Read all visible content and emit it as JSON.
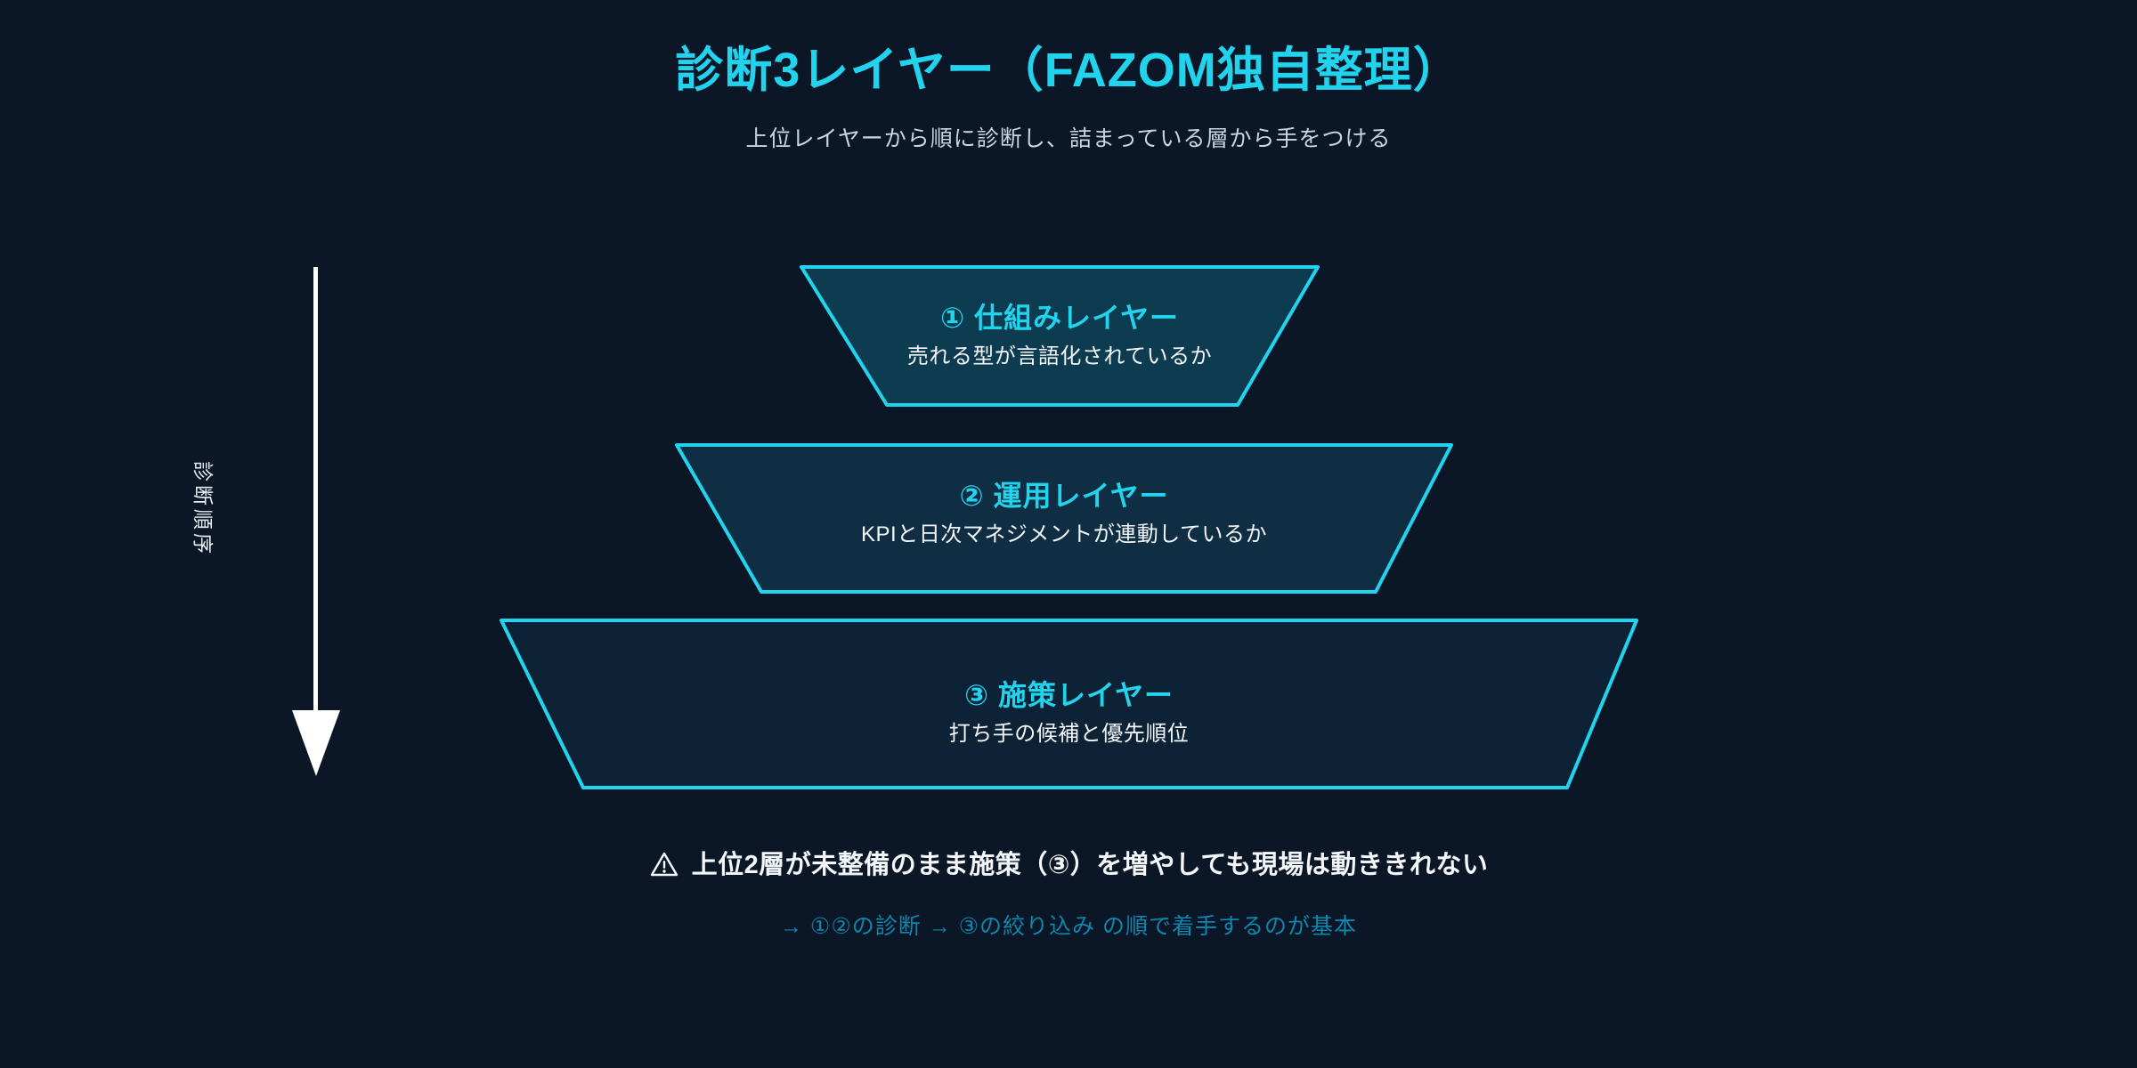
{
  "header": {
    "title": "診断3レイヤー（FAZOM独自整理）",
    "subtitle": "上位レイヤーから順に診断し、詰まっている層から手をつける"
  },
  "flow_axis": {
    "label": "診断順序",
    "arrow_icon": "arrow-down-icon",
    "direction": "down"
  },
  "diagram": {
    "type": "funnel",
    "layers": [
      {
        "index": "①",
        "title": "① 仕組みレイヤー",
        "description": "売れる型が言語化されているか",
        "fill": "#0d3b4f",
        "stroke": "#22d3ee"
      },
      {
        "index": "②",
        "title": "② 運用レイヤー",
        "description": "KPIと日次マネジメントが連動しているか",
        "fill": "#0f2e43",
        "stroke": "#22d3ee"
      },
      {
        "index": "③",
        "title": "③ 施策レイヤー",
        "description": "打ち手の候補と優先順位",
        "fill": "#0e2236",
        "stroke": "#22d3ee"
      }
    ]
  },
  "footer": {
    "warning_icon": "warning-triangle-icon",
    "warning_text": "上位2層が未整備のまま施策（③）を増やしても現場は動ききれない",
    "note": "→ ①②の診断 → ③の絞り込み の順で着手するのが基本"
  },
  "colors": {
    "background": "#0b1726",
    "accent": "#22d3ee",
    "title": "#22d3ee",
    "subtitle": "#cbd5e1",
    "body_text": "#f3f7fb",
    "note_text": "#0e86ad",
    "arrow": "#ffffff"
  }
}
